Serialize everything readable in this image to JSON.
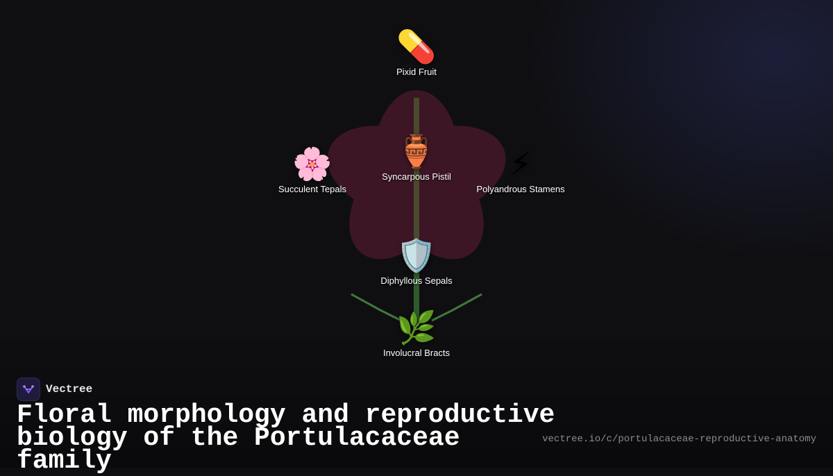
{
  "diagram": {
    "nodes": [
      {
        "id": "fruit",
        "icon": "💊",
        "icon_name": "pill-icon",
        "label": "Pixid Fruit"
      },
      {
        "id": "pistil",
        "icon": "🏺",
        "icon_name": "amphora-icon",
        "label": "Syncarpous Pistil"
      },
      {
        "id": "tepals",
        "icon": "🌸",
        "icon_name": "cherry-blossom-icon",
        "label": "Succulent Tepals"
      },
      {
        "id": "stamens",
        "icon": "⚡",
        "icon_name": "lightning-icon",
        "label": "Polyandrous Stamens"
      },
      {
        "id": "sepals",
        "icon": "🛡️",
        "icon_name": "shield-icon",
        "label": "Diphyllous Sepals"
      },
      {
        "id": "bracts",
        "icon": "🌿",
        "icon_name": "herb-icon",
        "label": "Involucral Bracts"
      }
    ],
    "colors": {
      "petal": "#3d1626",
      "stem_upper": "#4a4a2e",
      "stem_lower": "#2f5a2a",
      "branch": "#3e7a3a",
      "background": "#0f0f12"
    }
  },
  "brand": {
    "name": "Vectree",
    "logo_icon": "vectree-logo-icon"
  },
  "title": "Floral morphology and reproductive biology of the Portulacaceae family",
  "url": "vectree.io/c/portulacaceae-reproductive-anatomy"
}
